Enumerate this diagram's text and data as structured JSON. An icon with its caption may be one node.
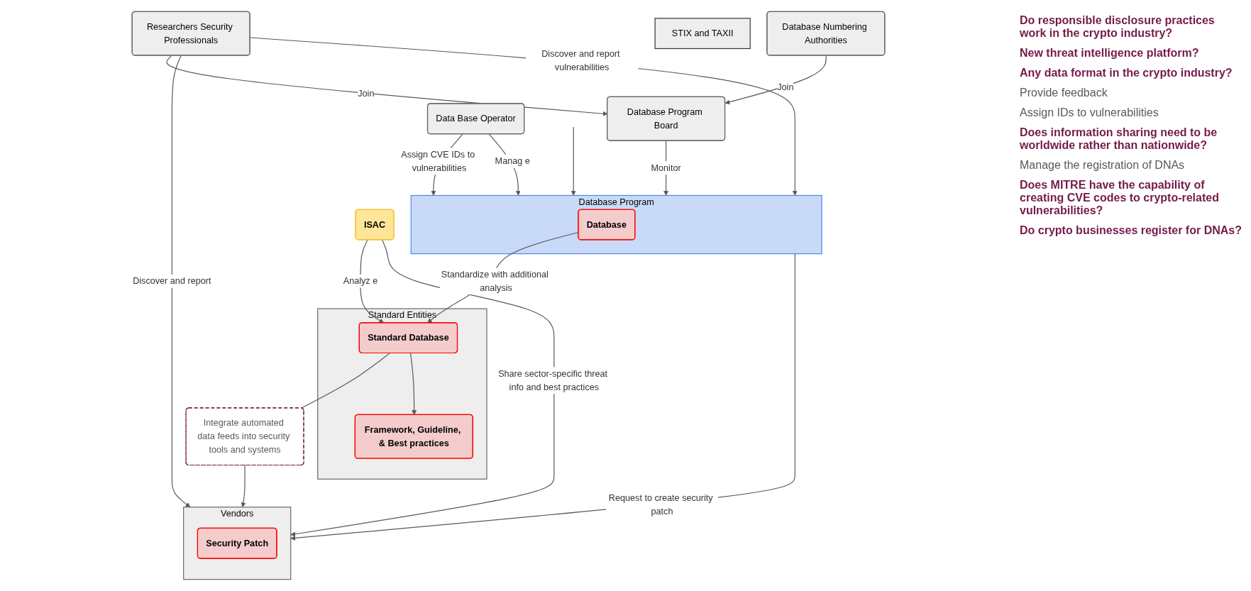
{
  "diagram": {
    "nodes": [
      {
        "text": [
          "Researchers Security Professionals"
        ]
      },
      {
        "text": [
          "Vendors"
        ]
      },
      {
        "text": [
          "Security Patch"
        ],
        "in": 1
      },
      {
        "text": [
          "STIX and TAXII"
        ]
      },
      {
        "text": [
          "ISAC"
        ]
      },
      {
        "text": [
          "Database Program Board"
        ]
      },
      {
        "text": [
          "Database Program"
        ]
      },
      {
        "text": [
          "Database"
        ],
        "in": 6
      },
      {
        "text": [
          "Integrate automated data feeds into security tools and systems"
        ]
      },
      {
        "text": [
          "Standard Entities"
        ]
      },
      {
        "text": [
          "Standard Database"
        ],
        "in": 9
      },
      {
        "text": [
          "Framework, Guideline, & Best practices"
        ],
        "in": 9
      },
      {
        "text": [
          "Database Numbering Authorities"
        ]
      },
      {
        "text": [
          "Data Base Operator"
        ]
      }
    ],
    "edges": [
      {
        "from": 0,
        "to": 1,
        "arrow": "to",
        "label": "Discover and report"
      },
      {
        "from": 0,
        "to": 6,
        "arrow": "to",
        "label": "Discover and report vulnerabilities"
      },
      {
        "from": 0,
        "to": 5,
        "arrow": "to",
        "label": "Join"
      },
      {
        "from": 4,
        "to": 1,
        "arrow": "to",
        "label": "Share sector-specific threat info and best practices"
      },
      {
        "from": 10,
        "to": 8,
        "arrow": "none"
      },
      {
        "from": 8,
        "to": 1,
        "arrow": "to"
      },
      {
        "from": 6,
        "to": 1,
        "arrow": "to",
        "label": "Request to create security patch"
      },
      {
        "from": 5,
        "to": 6,
        "arrow": "to",
        "label": "Monitor"
      },
      {
        "from": 7,
        "to": 10,
        "arrow": "to",
        "label": "Standardize with additional analysis"
      },
      {
        "from": 4,
        "to": 10,
        "arrow": "to",
        "label": "Analyz e"
      },
      {
        "from": 10,
        "to": 11,
        "arrow": "to"
      },
      {
        "from": 12,
        "to": 5,
        "arrow": "to",
        "label": "Join"
      },
      {
        "from": null,
        "to": 6,
        "arrow": "to"
      },
      {
        "from": 13,
        "to": 6,
        "arrow": "to",
        "label": "Assign CVE IDs to vulnerabilities"
      },
      {
        "from": 13,
        "to": 6,
        "arrow": "to",
        "label": "Manag e"
      }
    ],
    "labels": [
      "Do responsible disclosure practices work in the crypto industry?",
      "New threat intelligence platform?",
      "Any data format in the crypto industry?",
      "Provide feedback",
      "Assign IDs to vulnerabilities",
      "Does information sharing need to be worldwide rather than nationwide?",
      "Manage the registration of DNAs",
      "Does MITRE have the capability of creating CVE codes to crypto-related vulnerabilities?",
      "Do crypto businesses register for DNAs?"
    ]
  }
}
